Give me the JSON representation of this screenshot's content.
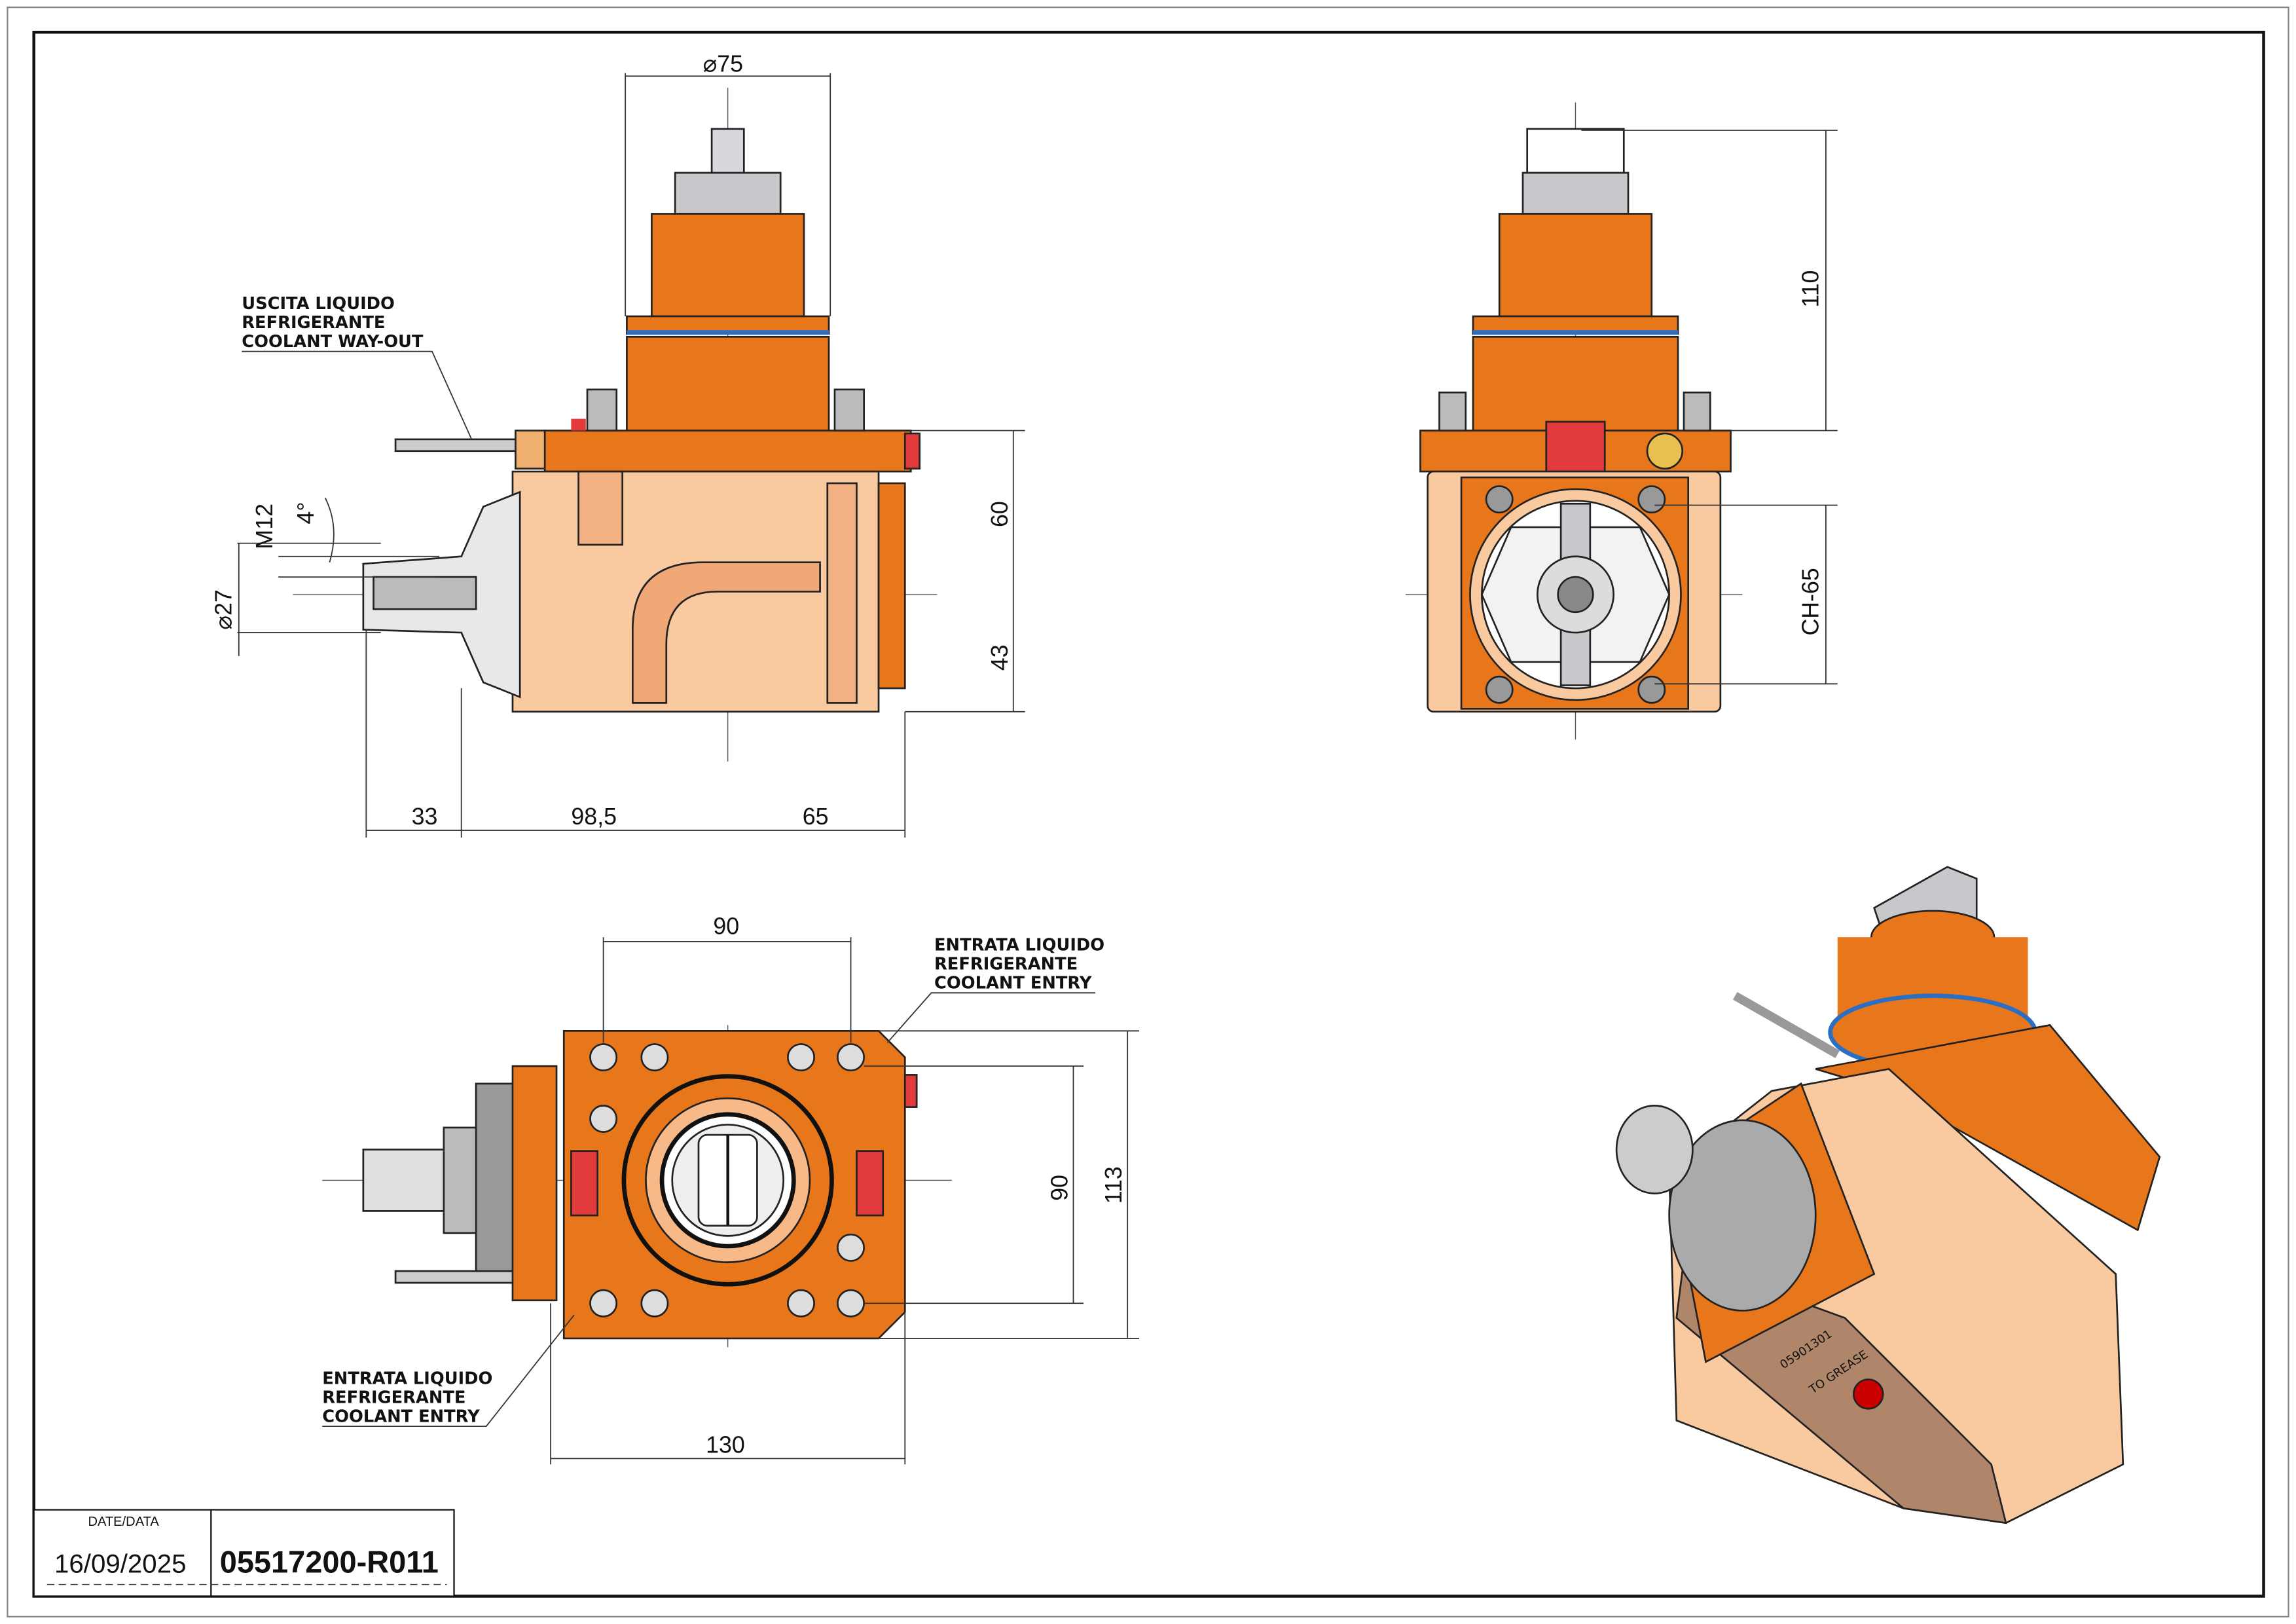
{
  "title_block": {
    "date_label": "DATE/DATA",
    "date": "16/09/2025",
    "drawing_code": "05517200-R011"
  },
  "side_view": {
    "dim_diameter_top": "⌀75",
    "dim_60": "60",
    "dim_43": "43",
    "dim_m12": "M12",
    "dim_angle": "4°",
    "dim_diameter_27": "⌀27",
    "dim_33": "33",
    "dim_98_5": "98,5",
    "dim_65": "65",
    "coolant_out_label": [
      "USCITA LIQUIDO",
      "REFRIGERANTE",
      "COOLANT WAY-OUT"
    ]
  },
  "front_view": {
    "dim_110": "110",
    "dim_ch65": "CH-65"
  },
  "top_view": {
    "dim_90_horizontal": "90",
    "dim_90_vertical": "90",
    "dim_113": "113",
    "dim_130": "130",
    "coolant_entry_label_top": [
      "ENTRATA LIQUIDO",
      "REFRIGERANTE",
      "COOLANT ENTRY"
    ],
    "coolant_entry_label_bottom": [
      "ENTRATA LIQUIDO",
      "REFRIGERANTE",
      "COOLANT ENTRY"
    ]
  },
  "iso_view": {
    "part_number_engraving": "05901301",
    "grease_label": "TO GREASE"
  },
  "colors": {
    "orange": "#e8761a",
    "light_orange": "#f9c9a0",
    "housing": "#f7b987",
    "red_plug": "#e23a3a",
    "steel": "#c8c8cc",
    "seal_blue": "#2a6fc4"
  }
}
